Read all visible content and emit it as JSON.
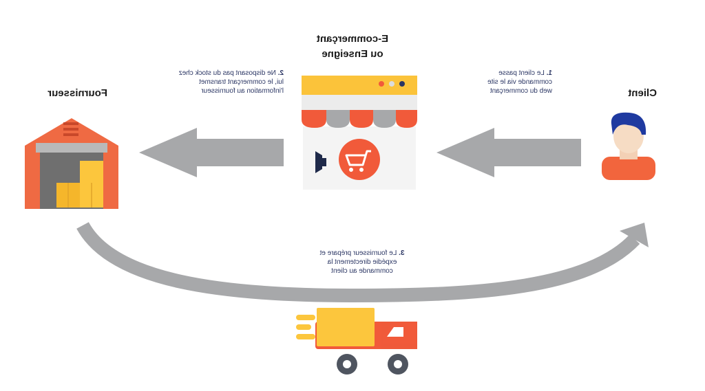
{
  "client": {
    "label": "Client"
  },
  "merchant": {
    "title_line1": "E-commerçant",
    "title_line2": "ou Enseigne"
  },
  "supplier": {
    "label": "Fournisseur"
  },
  "steps": [
    {
      "num": "1.",
      "lines": [
        "Le client passe",
        "commande via le site",
        "web du commerçant"
      ]
    },
    {
      "num": "2.",
      "lines": [
        "Ne disposant pas du stock chez",
        "lui, le commerçant transmet",
        "l'information au fournisseur"
      ]
    },
    {
      "num": "3.",
      "lines": [
        "Le fournisseur prépare et",
        "expédie directement la",
        "commande au client"
      ]
    }
  ],
  "colors": {
    "orange": "#f15a3a",
    "yellow": "#fcc63d",
    "gray_arrow": "#a7a8aa",
    "navy": "#2a3563"
  }
}
